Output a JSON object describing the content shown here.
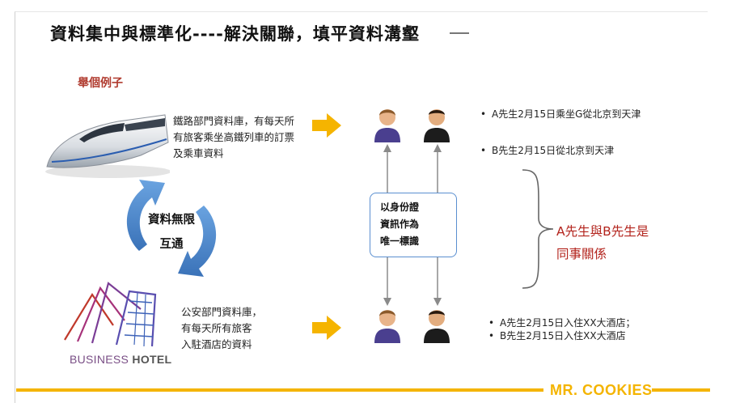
{
  "title": "資料集中與標準化----解決關聯，填平資料溝壑",
  "example_label": "舉個例子",
  "railway": {
    "lines": [
      "鐵路部門資料庫，有每天所",
      "有旅客乘坐高鐵列車的訂票",
      "及乘車資料"
    ]
  },
  "cycle": {
    "lines": [
      "資料無限",
      "互通"
    ]
  },
  "police": {
    "lines": [
      "公安部門資料庫，",
      "有每天所有旅客",
      "入駐酒店的資料"
    ]
  },
  "id_box": {
    "lines": [
      "以身份證",
      "資訊作為",
      "唯一標識"
    ]
  },
  "top_bullets": [
    "A先生2月15日乘坐G從北京到天津",
    "B先生2月15日從北京到天津"
  ],
  "bottom_bullets": [
    "A先生2月15日入住XX大酒店；",
    "B先生2月15日入住XX大酒店"
  ],
  "relation": {
    "lines": [
      "A先生與B先生是",
      "同事關係"
    ]
  },
  "hotel_logo": {
    "word1": "BUSINESS",
    "word2": "HOTEL"
  },
  "brand": "MR. COOKIES",
  "colors": {
    "accent_red": "#b3241d",
    "brand_yellow": "#f4b400",
    "arrow_blue": "#4a84c4",
    "arrow_orange": "#f5b400"
  },
  "icons": [
    "train-image",
    "hotel-logo-icon",
    "cycle-arrows-icon",
    "orange-arrow-icon",
    "person-icon",
    "brace-icon"
  ]
}
